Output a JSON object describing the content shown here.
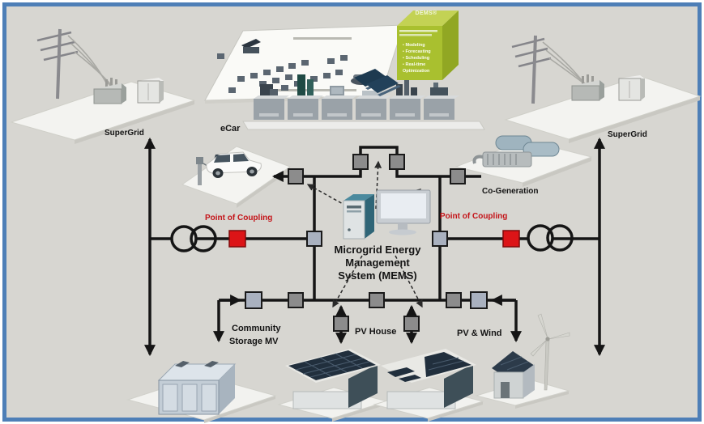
{
  "colors": {
    "frame_blue": "#4e7fb7",
    "background": "#d7d6d1",
    "line_black": "#151515",
    "node_gray": "#8c8c8c",
    "node_light": "#a9b1bf",
    "red_accent": "#dc1417",
    "dems_green": "#a9c02f"
  },
  "grid": {
    "supergrid_left_label": "SuperGrid",
    "supergrid_right_label": "SuperGrid",
    "poc_left_label": "Point of Coupling",
    "poc_right_label": "Point of Coupling"
  },
  "mems": {
    "label_line1": "Microgrid Energy",
    "label_line2": "Management",
    "label_line3": "System (MEMS)"
  },
  "assets": {
    "ecar_label": "eCar",
    "cogeneration_label": "Co-Generation",
    "community_storage_line1": "Community",
    "community_storage_line2": "Storage MV",
    "pv_house_label": "PV House",
    "pv_wind_label": "PV & Wind"
  },
  "dems_cube": {
    "title": "DEMS®",
    "bullets": [
      "Modeling",
      "Forecasting",
      "Scheduling",
      "Real-time Optimization"
    ]
  }
}
